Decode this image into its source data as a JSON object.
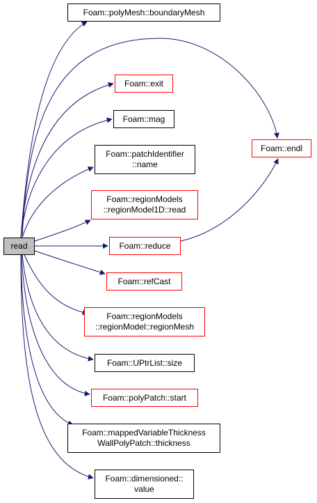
{
  "root": {
    "label": "read"
  },
  "nodes": [
    {
      "id": "boundaryMesh",
      "lines": [
        "Foam::polyMesh::boundaryMesh"
      ],
      "border": "black"
    },
    {
      "id": "exit",
      "lines": [
        "Foam::exit"
      ],
      "border": "red"
    },
    {
      "id": "mag",
      "lines": [
        "Foam::mag"
      ],
      "border": "black"
    },
    {
      "id": "patchIdentifier-name",
      "lines": [
        "Foam::patchIdentifier",
        "::name"
      ],
      "border": "black"
    },
    {
      "id": "regionModel1D-read",
      "lines": [
        "Foam::regionModels",
        "::regionModel1D::read"
      ],
      "border": "red"
    },
    {
      "id": "reduce",
      "lines": [
        "Foam::reduce"
      ],
      "border": "red"
    },
    {
      "id": "refCast",
      "lines": [
        "Foam::refCast"
      ],
      "border": "red"
    },
    {
      "id": "regionMesh",
      "lines": [
        "Foam::regionModels",
        "::regionModel::regionMesh"
      ],
      "border": "red"
    },
    {
      "id": "uptrlist-size",
      "lines": [
        "Foam::UPtrList::size"
      ],
      "border": "black"
    },
    {
      "id": "polyPatch-start",
      "lines": [
        "Foam::polyPatch::start"
      ],
      "border": "red"
    },
    {
      "id": "thickness",
      "lines": [
        "Foam::mappedVariableThickness",
        "WallPolyPatch::thickness"
      ],
      "border": "black"
    },
    {
      "id": "dimensioned-value",
      "lines": [
        "Foam::dimensioned::",
        "value"
      ],
      "border": "black"
    },
    {
      "id": "endl",
      "lines": [
        "Foam::endl"
      ],
      "border": "red"
    }
  ],
  "colors": {
    "edge": "#191970",
    "root_fill": "#bfbfbf",
    "red_border": "#ff0000",
    "black_border": "#000000"
  }
}
